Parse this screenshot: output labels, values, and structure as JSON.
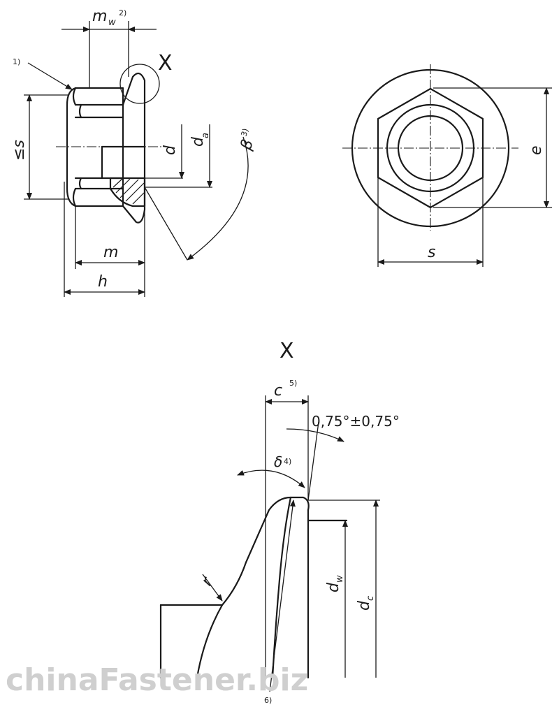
{
  "side_view": {
    "note_1": "1)",
    "mw": "m",
    "mw_sub": "w",
    "mw_note": "2)",
    "s_min": "≤s",
    "d": "d",
    "da": "d",
    "da_sub": "a",
    "beta": "β",
    "beta_note": "3)",
    "m": "m",
    "h": "h",
    "detail_ref": "X"
  },
  "end_view": {
    "e": "e",
    "s": "s"
  },
  "detail": {
    "title": "X",
    "c": "c",
    "c_note": "5)",
    "angle": "0,75°±0,75°",
    "delta": "δ",
    "delta_note": "4)",
    "r": "r",
    "dw": "d",
    "dw_sub": "w",
    "dc": "d",
    "dc_sub": "c",
    "note_6": "6)"
  },
  "watermark": "chinaFastener.biz"
}
